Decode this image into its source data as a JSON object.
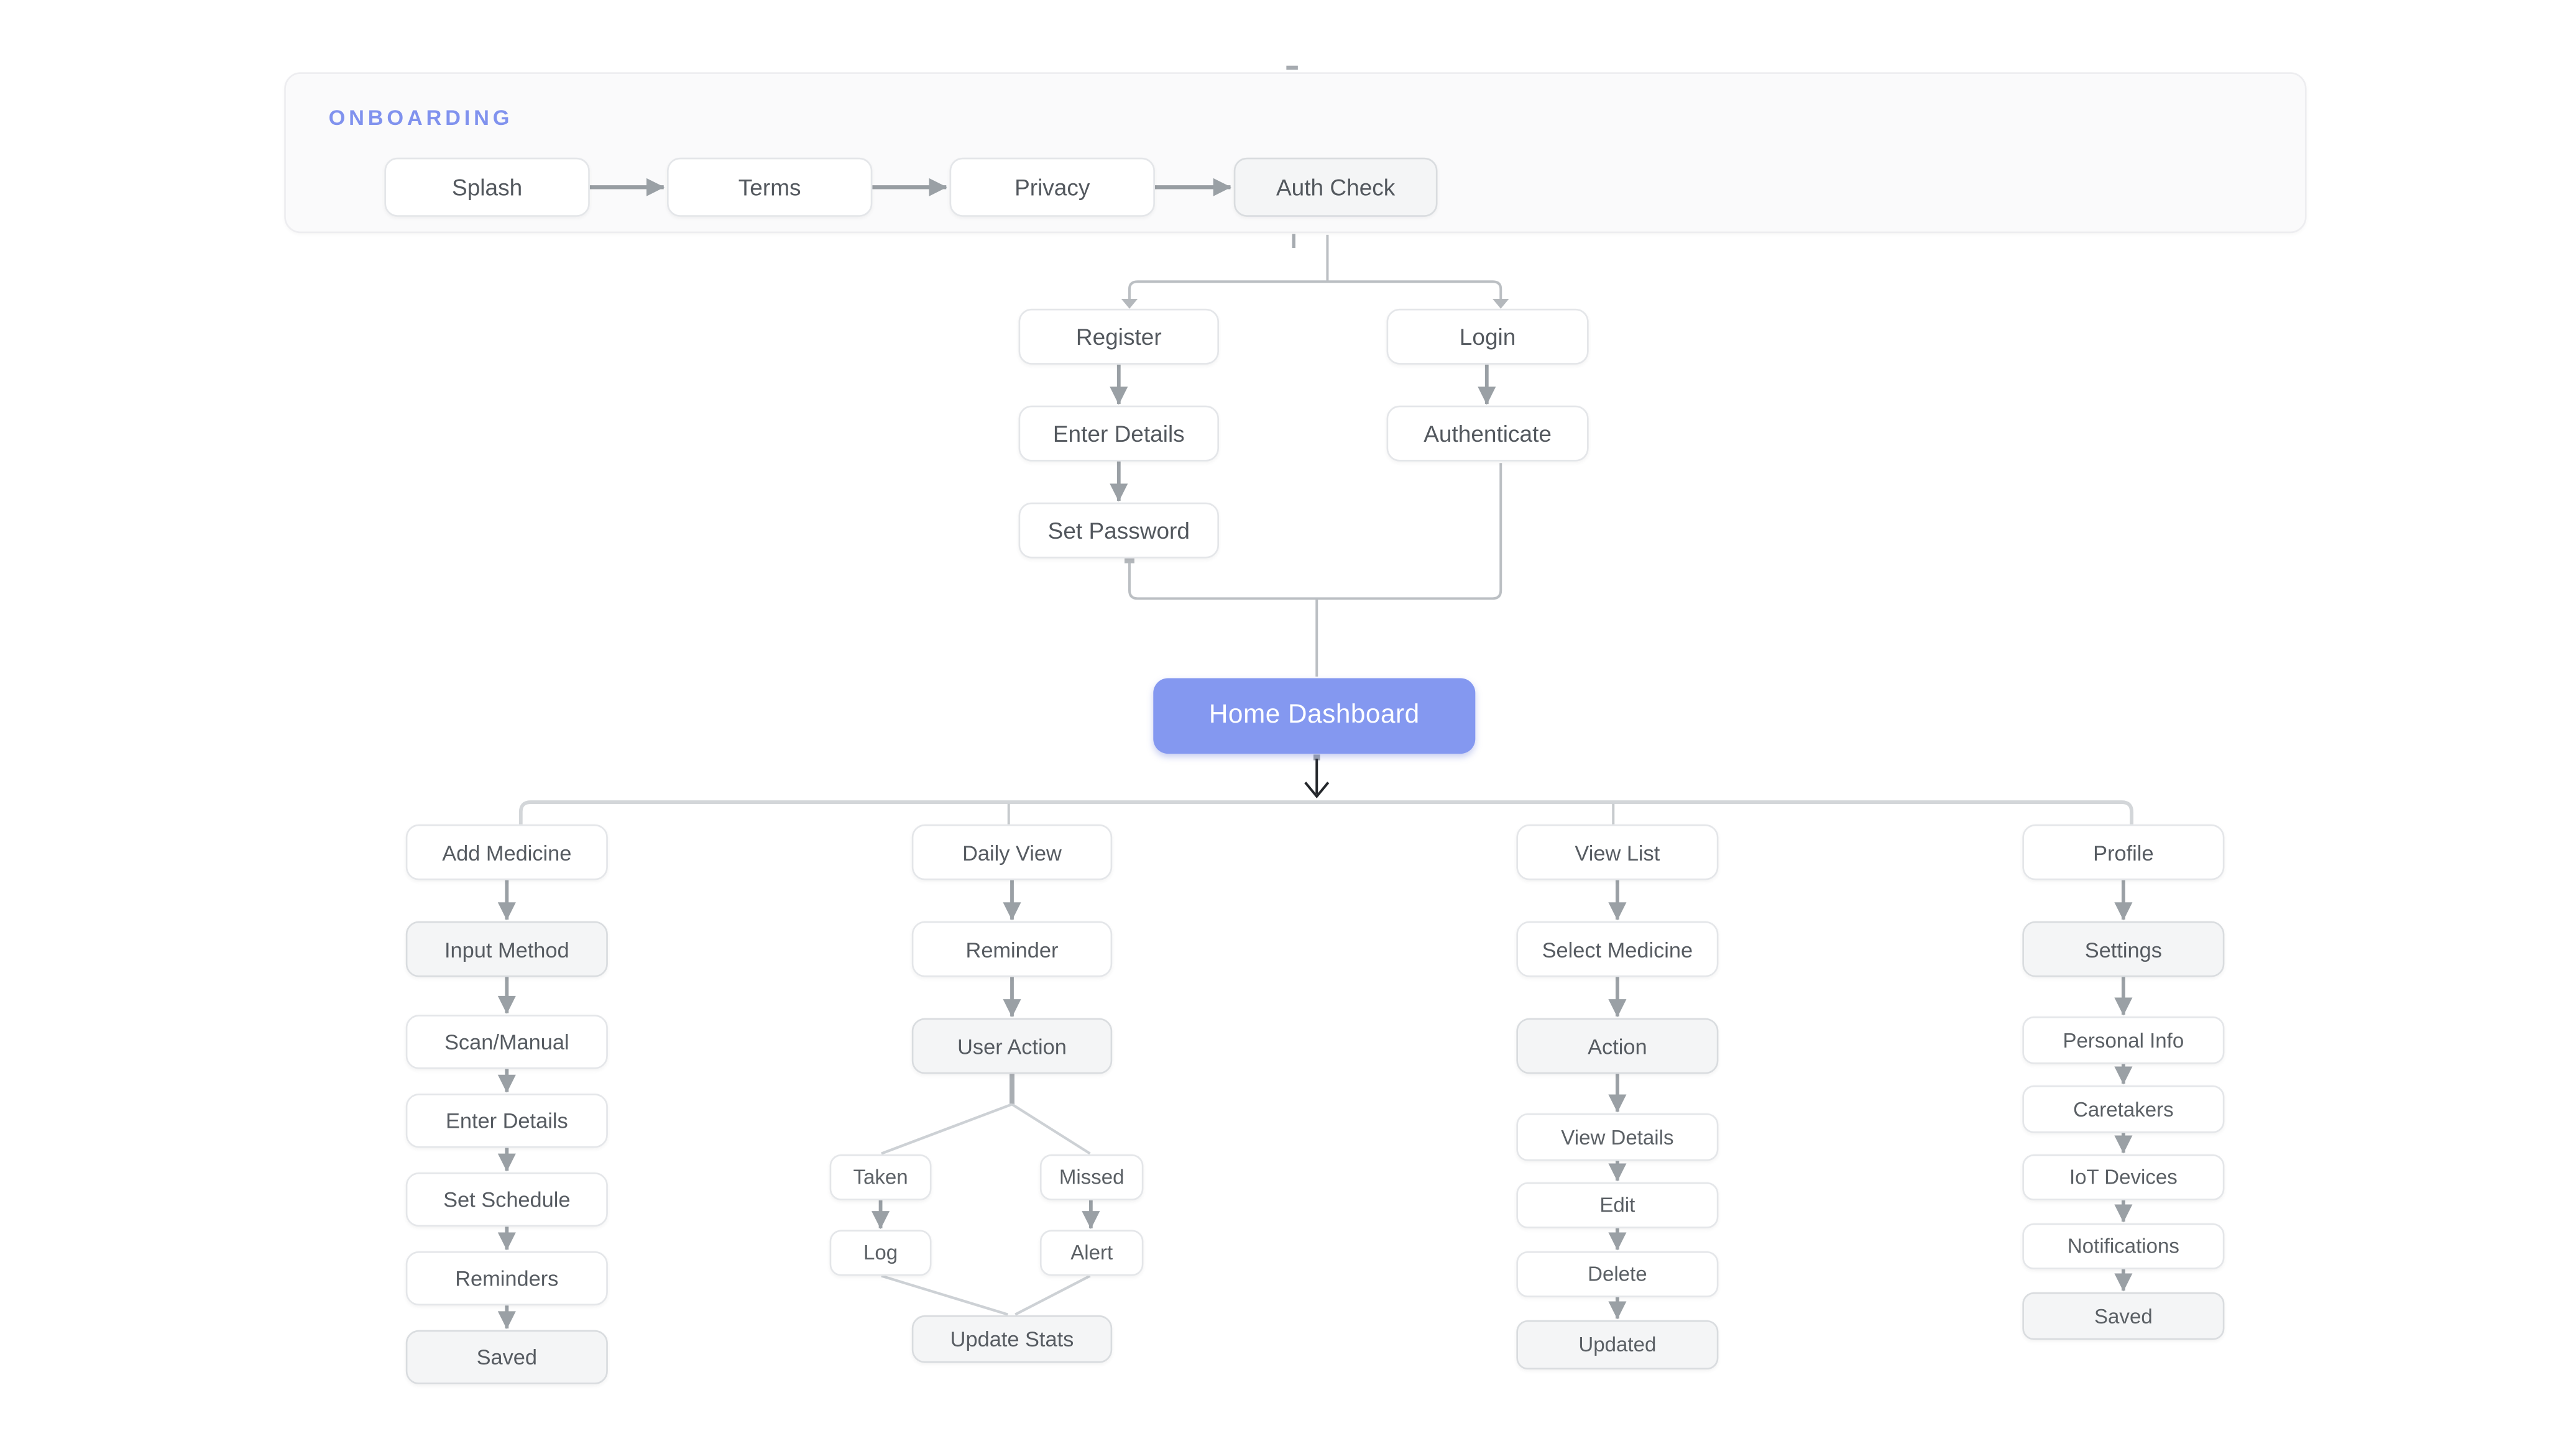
{
  "diagram": {
    "onboarding": {
      "label": "ONBOARDING"
    },
    "nodes": {
      "splash": "Splash",
      "terms": "Terms",
      "privacy": "Privacy",
      "auth_check": "Auth Check",
      "register": "Register",
      "login": "Login",
      "enter_details": "Enter Details",
      "authenticate": "Authenticate",
      "set_password": "Set Password",
      "home_dashboard": "Home Dashboard",
      "add_medicine": "Add Medicine",
      "input_method": "Input Method",
      "scan_manual": "Scan/Manual",
      "enter_details_2": "Enter Details",
      "set_schedule": "Set Schedule",
      "reminders": "Reminders",
      "saved_medicine": "Saved",
      "daily_view": "Daily View",
      "reminder": "Reminder",
      "user_action": "User Action",
      "taken": "Taken",
      "missed": "Missed",
      "log": "Log",
      "alert": "Alert",
      "update_stats": "Update Stats",
      "view_list": "View List",
      "select_medicine": "Select Medicine",
      "action": "Action",
      "view_details": "View Details",
      "edit": "Edit",
      "delete": "Delete",
      "updated": "Updated",
      "profile": "Profile",
      "settings": "Settings",
      "personal_info": "Personal Info",
      "caretakers": "Caretakers",
      "iot_devices": "IoT Devices",
      "notifications": "Notifications",
      "saved_profile": "Saved"
    },
    "colors": {
      "accent_label": "#8092ee",
      "hub_fill": "#8498f0",
      "node_border": "#e4e6e9",
      "state_fill": "#f4f5f6",
      "arrow_gray": "#9aa0a5",
      "line_gray": "#bbbfc3",
      "branch_gray": "#d3d6d9",
      "black_arrow": "#24272b"
    },
    "edges": [
      "Splash→Terms",
      "Terms→Privacy",
      "Privacy→Auth Check",
      "Auth Check→Register",
      "Auth Check→Login",
      "Register→Enter Details",
      "Enter Details→Set Password",
      "Login→Authenticate",
      "Set Password→Home Dashboard",
      "Authenticate→Home Dashboard",
      "Home Dashboard→Add Medicine",
      "Home Dashboard→Daily View",
      "Home Dashboard→View List",
      "Home Dashboard→Profile",
      "Add Medicine→Input Method",
      "Input Method→Scan/Manual",
      "Scan/Manual→Enter Details",
      "Enter Details→Set Schedule",
      "Set Schedule→Reminders",
      "Reminders→Saved",
      "Daily View→Reminder",
      "Reminder→User Action",
      "User Action→Taken",
      "User Action→Missed",
      "Taken→Log",
      "Missed→Alert",
      "Log→Update Stats",
      "Alert→Update Stats",
      "View List→Select Medicine",
      "Select Medicine→Action",
      "Action→View Details",
      "View Details→Edit",
      "Edit→Delete",
      "Delete→Updated",
      "Profile→Settings",
      "Settings→Personal Info",
      "Personal Info→Caretakers",
      "Caretakers→IoT Devices",
      "IoT Devices→Notifications",
      "Notifications→Saved"
    ]
  }
}
